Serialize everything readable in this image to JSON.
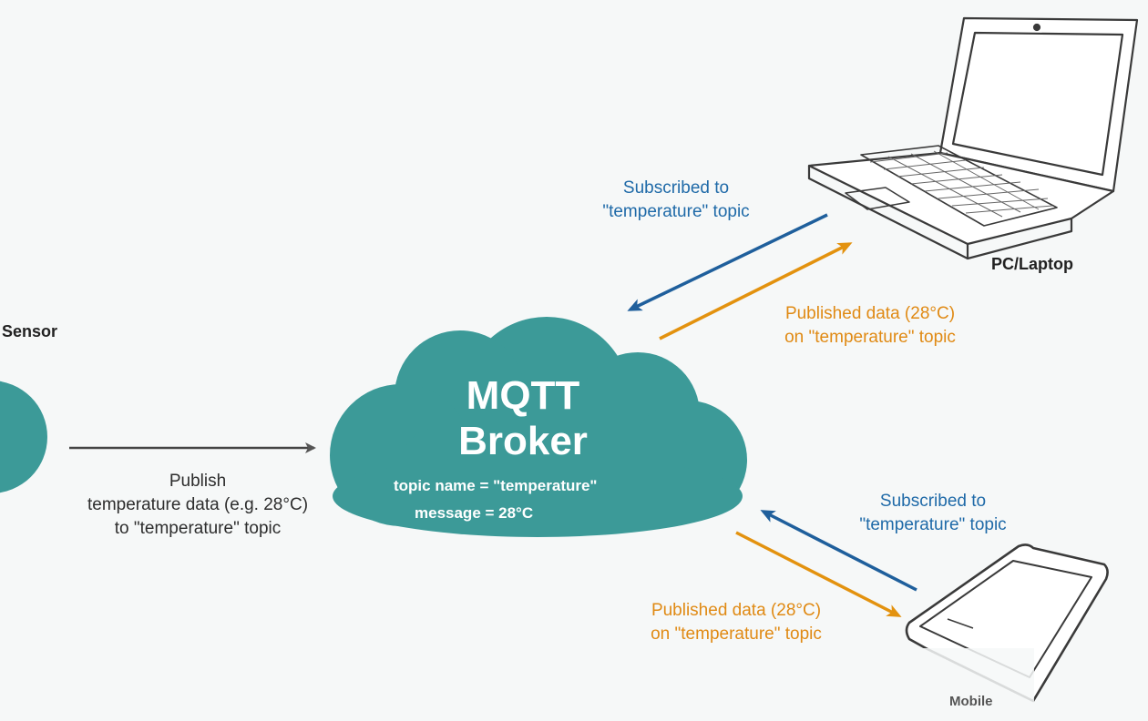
{
  "sensor": {
    "label": "Sensor"
  },
  "broker": {
    "title_line1": "MQTT",
    "title_line2": "Broker",
    "topic_line": "topic name = \"temperature\"",
    "message_line": "message = 28°C"
  },
  "laptop": {
    "label": "PC/Laptop"
  },
  "mobile": {
    "label": "Mobile"
  },
  "edges": {
    "sensor_publish": {
      "line1": "Publish",
      "line2": "temperature data (e.g. 28°C)",
      "line3": "to \"temperature\" topic"
    },
    "laptop_subscribe": {
      "line1": "Subscribed to",
      "line2": "\"temperature\" topic"
    },
    "laptop_publish": {
      "line1": "Published data (28°C)",
      "line2": "on \"temperature\" topic"
    },
    "mobile_subscribe": {
      "line1": "Subscribed to",
      "line2": "\"temperature\" topic"
    },
    "mobile_publish": {
      "line1": "Published data (28°C)",
      "line2": "on \"temperature\" topic"
    }
  },
  "colors": {
    "cloud": "#3c9a98",
    "subscribe_arrow": "#1f5f9c",
    "publish_arrow": "#e3920f",
    "sensor_arrow": "#333333"
  }
}
